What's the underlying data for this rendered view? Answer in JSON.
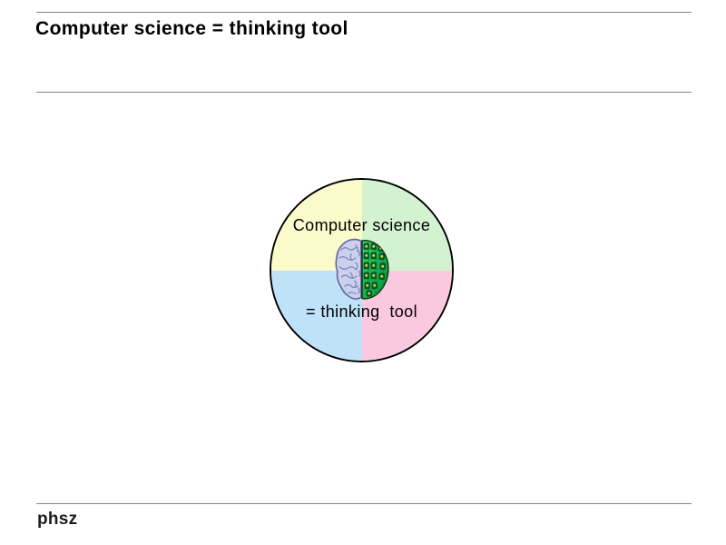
{
  "slide": {
    "title": "Computer science = thinking tool",
    "footer": {
      "logo_text": "phsz"
    }
  },
  "diagram": {
    "labels": {
      "top": "Computer science",
      "bottom": "= thinking  tool"
    },
    "quadrants": [
      {
        "position": "top-left",
        "color": "#FAFACB"
      },
      {
        "position": "top-right",
        "color": "#D2F2D0"
      },
      {
        "position": "bottom-left",
        "color": "#BEE3F9"
      },
      {
        "position": "bottom-right",
        "color": "#FBC9DF"
      }
    ],
    "outline_color": "#000000",
    "center_icon": "half-brain-half-circuit-icon"
  },
  "colors": {
    "background": "#FFFFFF",
    "rule_lines": "#858585",
    "title_text": "#000000",
    "brain_left_fill": "#CBD1EC",
    "brain_right_fill": "#1FB954"
  }
}
